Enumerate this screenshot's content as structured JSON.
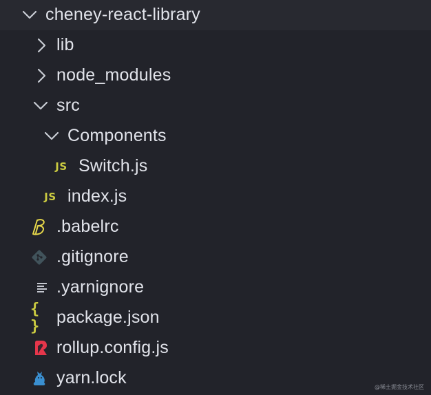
{
  "explorer": {
    "root": {
      "label": "cheney-react-library",
      "icon": "chevron-down-icon",
      "state": "expanded"
    },
    "items": [
      {
        "label": "lib",
        "icon": "chevron-right-icon",
        "type": "folder",
        "state": "collapsed"
      },
      {
        "label": "node_modules",
        "icon": "chevron-right-icon",
        "type": "folder",
        "state": "collapsed"
      },
      {
        "label": "src",
        "icon": "chevron-down-icon",
        "type": "folder",
        "state": "expanded"
      },
      {
        "label": "Components",
        "icon": "chevron-down-icon",
        "type": "folder",
        "state": "expanded"
      },
      {
        "label": "Switch.js",
        "icon": "js-file-icon",
        "badge": "JS",
        "type": "file"
      },
      {
        "label": "index.js",
        "icon": "js-file-icon",
        "badge": "JS",
        "type": "file"
      },
      {
        "label": ".babelrc",
        "icon": "babel-icon",
        "type": "file"
      },
      {
        "label": ".gitignore",
        "icon": "git-icon",
        "type": "file"
      },
      {
        "label": ".yarnignore",
        "icon": "text-lines-icon",
        "type": "file"
      },
      {
        "label": "package.json",
        "icon": "json-braces-icon",
        "badge": "{ }",
        "type": "file"
      },
      {
        "label": "rollup.config.js",
        "icon": "rollup-icon",
        "type": "file"
      },
      {
        "label": "yarn.lock",
        "icon": "yarn-cat-icon",
        "type": "file"
      }
    ]
  },
  "colors": {
    "background": "#22232a",
    "text": "#e1e3ea",
    "chevron": "#c9ccd4",
    "js": "#cbcb41",
    "babel": "#e7d84a",
    "git": "#41535b",
    "json": "#cbcb41",
    "rollup": "#e5364b",
    "yarn": "#3a8fd0",
    "lines": "#c5c8d0"
  },
  "watermark": "@稀土掘金技术社区"
}
